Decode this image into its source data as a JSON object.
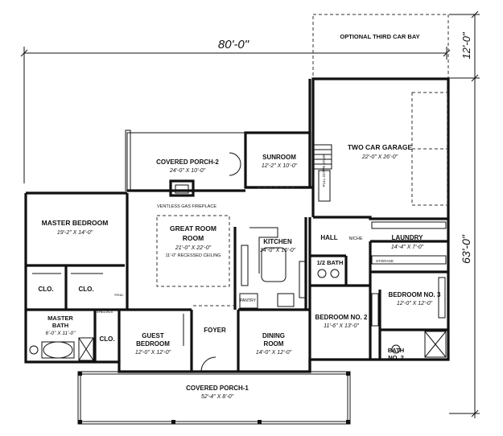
{
  "dimensions": {
    "overall_width": "80'-0\"",
    "overall_depth": "63'-0\"",
    "bay_depth": "12'-0\""
  },
  "rooms": {
    "optional_bay": {
      "name": "OPTIONAL THIRD CAR BAY"
    },
    "garage": {
      "name": "TWO CAR GARAGE",
      "size": "22'-0\" X 26'-0\""
    },
    "covered_porch_2": {
      "name": "COVERED PORCH-2",
      "size": "24'-0\" X 10'-0\""
    },
    "sunroom": {
      "name": "SUNROOM",
      "size": "12'-2\" X 10'-0\""
    },
    "master_bedroom": {
      "name": "MASTER BEDROOM",
      "size": "19'-2\" X 14'-0\""
    },
    "great_room": {
      "name": "GREAT ROOM",
      "size": "21'-0\" X 22'-0\"",
      "note": "11'-0\" RECESSED CEILING"
    },
    "fireplace": {
      "name": "VENTLESS GAS FIREPLACE"
    },
    "kitchen": {
      "name": "KITCHEN",
      "size": "14'-0\" X 16'-0\""
    },
    "hall": {
      "name": "HALL"
    },
    "niche": {
      "name": "NICHE"
    },
    "laundry": {
      "name": "LAUNDRY",
      "size": "14'-4\" X 7'-0\""
    },
    "half_bath": {
      "name": "1/2 BATH"
    },
    "bedroom_3": {
      "name": "BEDROOM NO. 3",
      "size": "12'-0\" X 12'-0\""
    },
    "bedroom_2": {
      "name": "BEDROOM NO. 2",
      "size": "11'-6\" X 13'-0\""
    },
    "bath_2": {
      "name": "BATH",
      "name2": "NO. 2"
    },
    "master_bath": {
      "name": "MASTER",
      "name2": "BATH",
      "size": "6'-0\" X 11'-0\""
    },
    "clo1": {
      "name": "CLO."
    },
    "clo2": {
      "name": "CLO."
    },
    "clo3": {
      "name": "CLO."
    },
    "guest_bedroom": {
      "name": "GUEST",
      "name2": "BEDROOM",
      "size": "12'-0\" X 12'-0\""
    },
    "foyer": {
      "name": "FOYER"
    },
    "dining": {
      "name": "DINING",
      "name2": "ROOM",
      "size": "14'-0\" X 12'-0\""
    },
    "covered_porch_1": {
      "name": "COVERED PORCH-1",
      "size": "52'-4\" X 8'-0\""
    },
    "pantry": {
      "name": "PANTRY"
    }
  },
  "small_labels": {
    "hall_small": "HALL",
    "shelves": "SHELVES",
    "storage": "STORAGE",
    "pull_down_stair": "PULL DOWN STAIR"
  }
}
